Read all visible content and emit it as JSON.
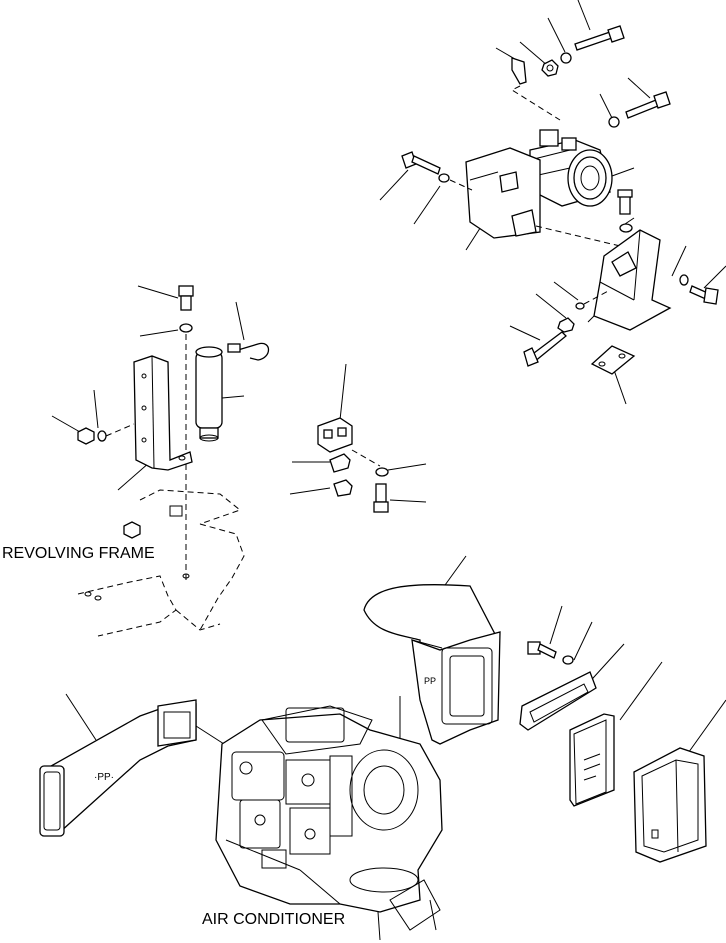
{
  "labels": {
    "revolving_frame": "REVOLVING FRAME",
    "air_conditioner": "AIR CONDITIONER"
  },
  "parts_text": {
    "duct_logo": "·PP·",
    "duct_logo_vertical": "PP"
  },
  "colors": {
    "line": "#000000",
    "background": "#ffffff"
  }
}
